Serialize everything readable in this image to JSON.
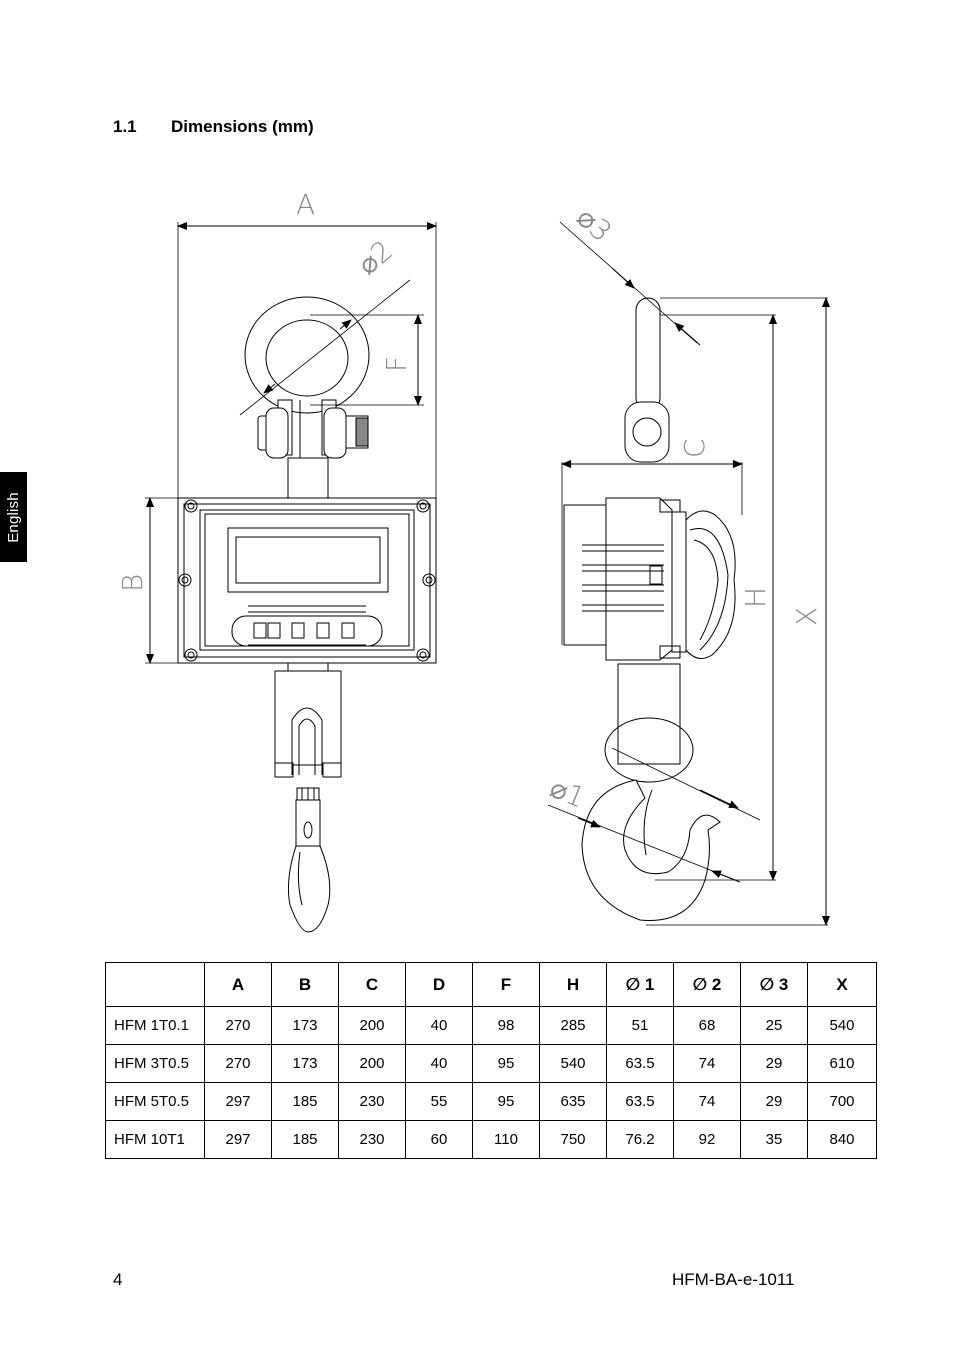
{
  "side_tab": "English",
  "section": {
    "number": "1.1",
    "title": "Dimensions (mm)"
  },
  "drawing_labels": {
    "a": "A",
    "b": "B",
    "f": "F",
    "c": "C",
    "h": "H",
    "x": "X",
    "d1": "⌀1",
    "d2": "⌀2",
    "d3": "⌀3"
  },
  "table": {
    "headers": [
      "",
      "A",
      "B",
      "C",
      "D",
      "F",
      "H",
      "∅ 1",
      "∅ 2",
      "∅ 3",
      "X"
    ],
    "rows": [
      [
        "HFM 1T0.1",
        "270",
        "173",
        "200",
        "40",
        "98",
        "285",
        "51",
        "68",
        "25",
        "540"
      ],
      [
        "HFM 3T0.5",
        "270",
        "173",
        "200",
        "40",
        "95",
        "540",
        "63.5",
        "74",
        "29",
        "610"
      ],
      [
        "HFM 5T0.5",
        "297",
        "185",
        "230",
        "55",
        "95",
        "635",
        "63.5",
        "74",
        "29",
        "700"
      ],
      [
        "HFM 10T1",
        "297",
        "185",
        "230",
        "60",
        "110",
        "750",
        "76.2",
        "92",
        "35",
        "840"
      ]
    ]
  },
  "footer": {
    "page": "4",
    "doc_id": "HFM-BA-e-1011"
  }
}
